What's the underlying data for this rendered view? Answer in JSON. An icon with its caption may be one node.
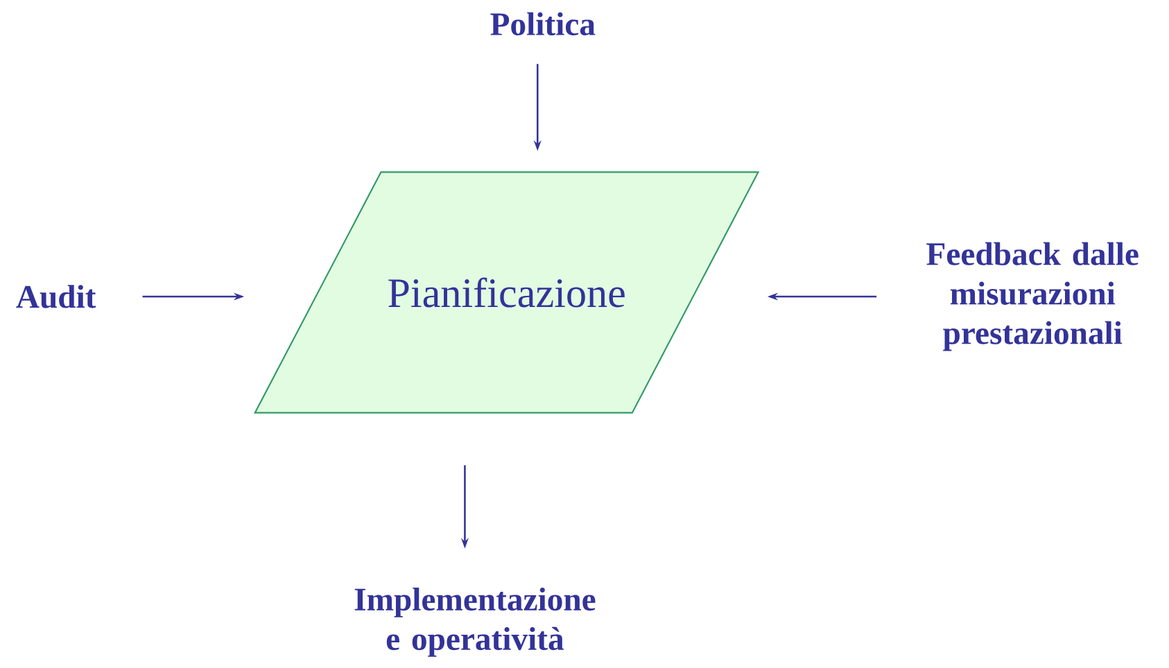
{
  "diagram": {
    "nodes": [
      {
        "text": [
          "Politica"
        ]
      },
      {
        "text": [
          "Audit"
        ]
      },
      {
        "text": [
          "Pianificazione"
        ]
      },
      {
        "text": [
          "Feedback dalle misurazioni prestazionali"
        ]
      },
      {
        "text": [
          "Implementazione e operatività"
        ]
      }
    ],
    "edges": [
      {
        "from": 0,
        "to": 2,
        "arrow": "to"
      },
      {
        "from": 1,
        "to": 2,
        "arrow": "to"
      },
      {
        "from": 3,
        "to": 2,
        "arrow": "to"
      },
      {
        "from": 2,
        "to": 4,
        "arrow": "to"
      }
    ]
  }
}
